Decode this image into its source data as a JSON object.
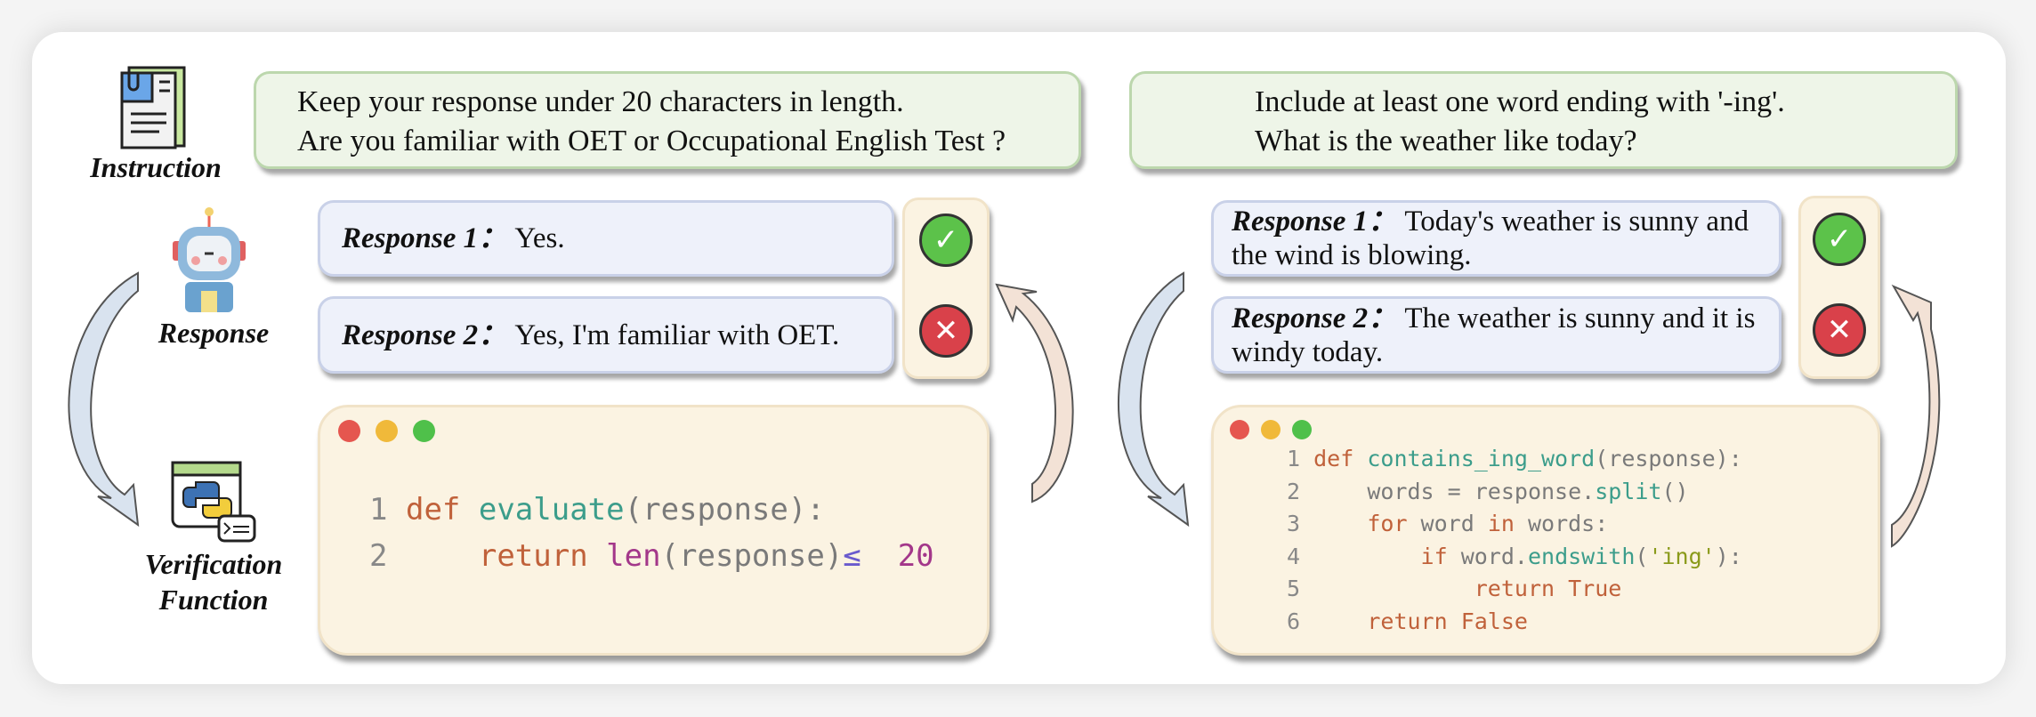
{
  "labels": {
    "instruction": "Instruction",
    "response": "Response",
    "verification_line1": "Verification",
    "verification_line2": "Function"
  },
  "left": {
    "instruction": [
      "Keep your response under 20 characters in length.",
      "Are you familiar with OET or Occupational English Test ?"
    ],
    "responses": [
      {
        "label": "Response 1：",
        "text": "Yes.",
        "verdict": "pass"
      },
      {
        "label": "Response 2：",
        "text": "Yes, I'm familiar with OET.",
        "verdict": "fail"
      }
    ],
    "code": [
      {
        "n": "1",
        "parts": [
          [
            "kw",
            "def "
          ],
          [
            "fn",
            "evaluate"
          ],
          [
            "",
            "(response):"
          ]
        ]
      },
      {
        "n": "2",
        "parts": [
          [
            "",
            "    "
          ],
          [
            "kw",
            "return "
          ],
          [
            "num",
            "len"
          ],
          [
            "",
            "(response)"
          ],
          [
            "op",
            "≤ "
          ],
          [
            "num",
            " 20"
          ]
        ]
      }
    ]
  },
  "right": {
    "instruction": [
      "Include at least one word ending with '-ing'.",
      "What is the weather like today?"
    ],
    "responses": [
      {
        "label": "Response 1：",
        "text": "Today's weather is sunny and the wind is blowing.",
        "verdict": "pass"
      },
      {
        "label": "Response 2：",
        "text": "The weather is sunny and it is windy today.",
        "verdict": "fail"
      }
    ],
    "code": [
      {
        "n": "1",
        "parts": [
          [
            "kw",
            "def "
          ],
          [
            "fn",
            "contains_ing_word"
          ],
          [
            "",
            "(response):"
          ]
        ]
      },
      {
        "n": "2",
        "parts": [
          [
            "",
            "    words = response."
          ],
          [
            "fn",
            "split"
          ],
          [
            "",
            "()"
          ]
        ]
      },
      {
        "n": "3",
        "parts": [
          [
            "",
            "    "
          ],
          [
            "kw",
            "for"
          ],
          [
            "",
            " word "
          ],
          [
            "kw",
            "in"
          ],
          [
            "",
            " words:"
          ]
        ]
      },
      {
        "n": "4",
        "parts": [
          [
            "",
            "        "
          ],
          [
            "kw",
            "if"
          ],
          [
            "",
            " word."
          ],
          [
            "fn",
            "endswith"
          ],
          [
            "",
            "("
          ],
          [
            "str",
            "'ing'"
          ],
          [
            "",
            "):"
          ]
        ]
      },
      {
        "n": "5",
        "parts": [
          [
            "",
            "            "
          ],
          [
            "kw",
            "return True"
          ]
        ]
      },
      {
        "n": "6",
        "parts": [
          [
            "",
            "    "
          ],
          [
            "kw",
            "return False"
          ]
        ]
      }
    ]
  },
  "verdict_symbols": {
    "pass": "✓",
    "fail": "✕"
  },
  "colors": {
    "pass": "#5cc24a",
    "fail": "#d9414a",
    "dot_red": "#e5564f",
    "dot_yellow": "#f0b93a",
    "dot_green": "#4fc04a"
  }
}
